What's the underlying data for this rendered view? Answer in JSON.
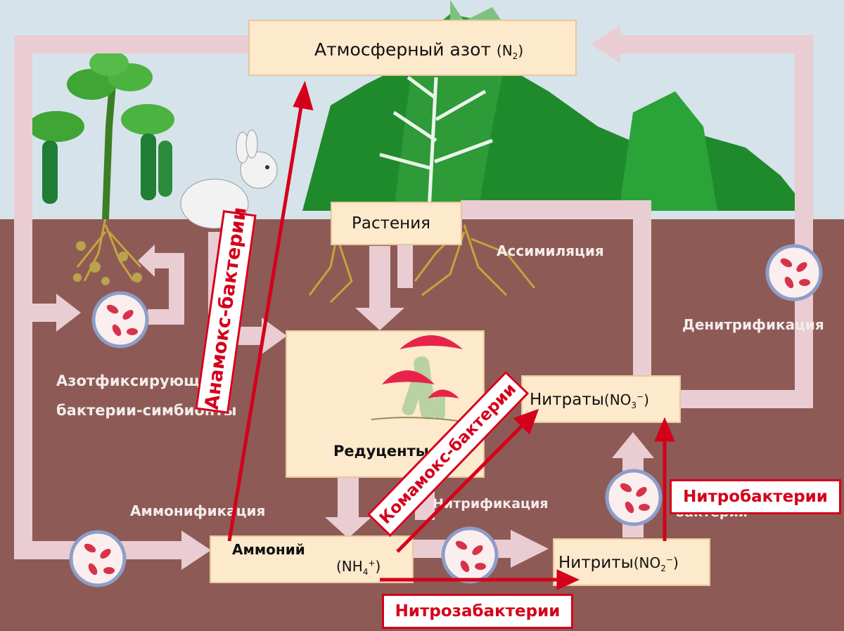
{
  "nodes": {
    "atmosphere": "Атмосферный азот",
    "atmosphere_formula": "(N",
    "atmosphere_sub": "2",
    "atmosphere_close": ")",
    "plants": "Растения",
    "decomposers": "Редуценты",
    "ammonium": "Аммоний",
    "ammonium_formula": "(NH",
    "ammonium_sub": "4",
    "ammonium_sup": "+",
    "ammonium_close": ")",
    "nitrates": "Нитраты",
    "nitrates_formula": "(NO",
    "nitrates_sub": "3",
    "nitrates_sup": "−",
    "nitrates_close": ")",
    "nitrites": "Нитриты",
    "nitrites_formula": "(NO",
    "nitrites_sub": "2",
    "nitrites_sup": "−",
    "nitrites_close": ")"
  },
  "processes": {
    "assimilation": "Ассимиляция",
    "denitrification": "Денитрификация",
    "symbionts_1": "Азотфиксирующие",
    "symbionts_2": "бактерии-симбионты",
    "ammonification": "Аммонификация",
    "nitrification": "Нитрификация",
    "nitrifying_bacteria": "бактерии"
  },
  "bacteria_labels": {
    "anammox": "Анамокс-бактерии",
    "comammox": "Комамокс-бактерии",
    "nitrobacteria": "Нитробактерии",
    "nitrosobacteria": "Нитрозабактерии"
  },
  "colors": {
    "sky": "#d7e3ea",
    "soil": "#8e5a55",
    "box_fill": "#fde9cc",
    "flow_arrow": "#e9cdd3",
    "red_arrow": "#d4001b"
  }
}
